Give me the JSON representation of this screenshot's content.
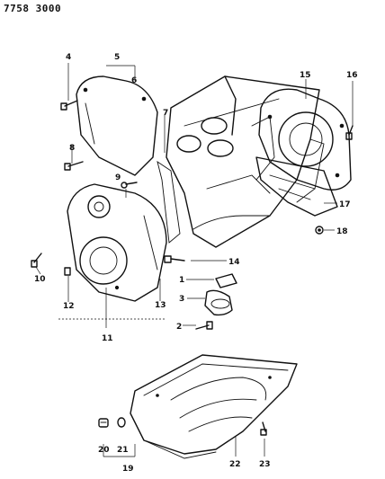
{
  "document": {
    "id": "7758 3000"
  },
  "callouts": [
    {
      "n": "1"
    },
    {
      "n": "2"
    },
    {
      "n": "3"
    },
    {
      "n": "4"
    },
    {
      "n": "5"
    },
    {
      "n": "6"
    },
    {
      "n": "7"
    },
    {
      "n": "8"
    },
    {
      "n": "9"
    },
    {
      "n": "10"
    },
    {
      "n": "11"
    },
    {
      "n": "12"
    },
    {
      "n": "13"
    },
    {
      "n": "14"
    },
    {
      "n": "15"
    },
    {
      "n": "16"
    },
    {
      "n": "17"
    },
    {
      "n": "18"
    },
    {
      "n": "19"
    },
    {
      "n": "20"
    },
    {
      "n": "21"
    },
    {
      "n": "22"
    },
    {
      "n": "23"
    }
  ]
}
